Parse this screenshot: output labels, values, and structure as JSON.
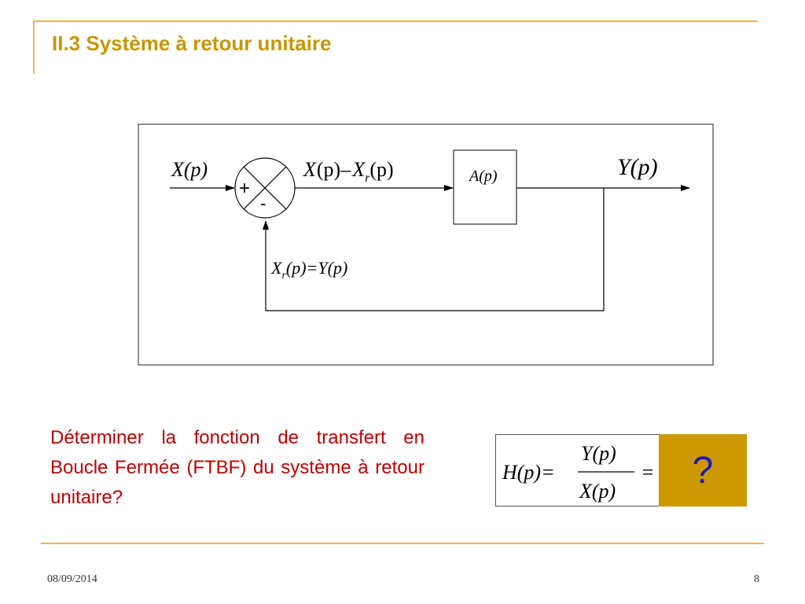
{
  "title": "II.3 Système à retour unitaire",
  "diagram": {
    "input_signal": "X(p)",
    "error_signal": "X(p)– Xr(p)",
    "error_X": "X",
    "error_p1": "(p)",
    "error_minus": "–",
    "error_Xr": "X",
    "error_r_sub": "r",
    "error_p2": "(p)",
    "block_label": "A(p)",
    "output_signal": "Y(p)",
    "plus_sign": "+",
    "minus_sign": "-",
    "feedback_X": "X",
    "feedback_r_sub": "r",
    "feedback_rest": "(p)=Y(p)"
  },
  "question": "Déterminer la fonction de transfert en Boucle Fermée (FTBF) du système à retour unitaire?",
  "formula": {
    "lhs": "H(p)=",
    "numerator": "Y(p)",
    "denominator": "X(p)",
    "equals": "="
  },
  "answer_mark": "?",
  "footer": {
    "date": "08/09/2014",
    "page": "8"
  },
  "colors": {
    "accent": "#e8b94a",
    "title": "#c8960a",
    "question_text": "#c00000",
    "answer_box": "#cc9900",
    "answer_mark": "#1a1ab8"
  }
}
